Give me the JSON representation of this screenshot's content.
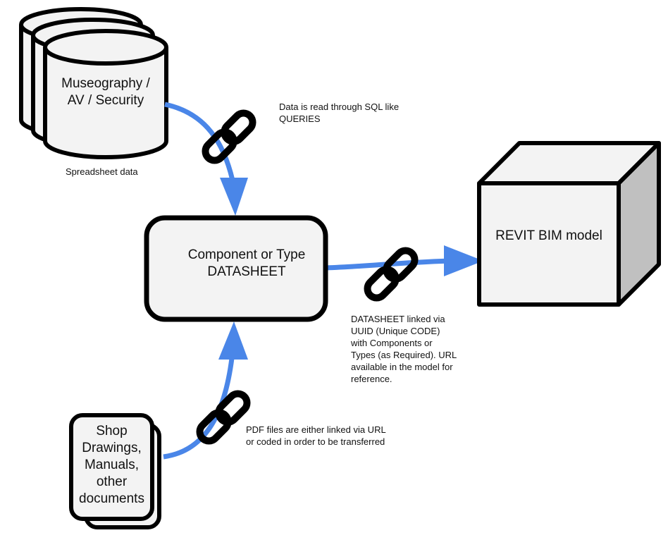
{
  "nodes": {
    "spreadsheet": {
      "label_line1": "Museography /",
      "label_line2": "AV / Security",
      "caption": "Spreadsheet data"
    },
    "datasheet": {
      "label_line1": "Component or Type",
      "label_line2": "DATASHEET"
    },
    "revit": {
      "label": "REVIT BIM model"
    },
    "documents": {
      "lines": [
        "Shop",
        "Drawings,",
        "Manuals,",
        "other",
        "documents"
      ]
    }
  },
  "annotations": {
    "sql": {
      "line1": "Data is read through SQL like",
      "line2": "QUERIES"
    },
    "uuid": {
      "lines": [
        "DATASHEET linked via",
        "UUID (Unique CODE)",
        "with Components or",
        "Types (as Required). URL",
        "available in the model for",
        "reference."
      ]
    },
    "pdf": {
      "line1": "PDF files are either linked via URL",
      "line2": "or coded in order to be transferred"
    }
  },
  "colors": {
    "arrow": "#4a86e8",
    "fill": "#f3f3f3",
    "side": "#c0c0c0",
    "stroke": "#000000"
  }
}
